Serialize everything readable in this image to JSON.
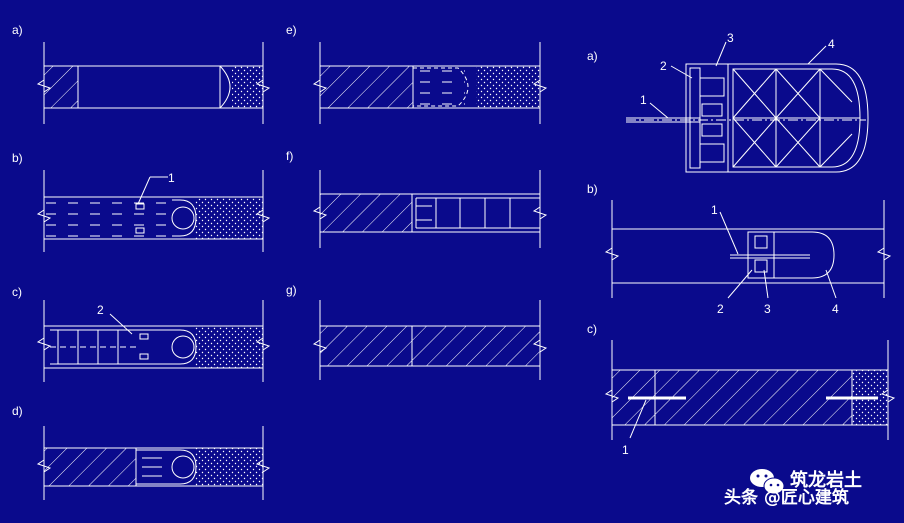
{
  "panels": {
    "a": "a)",
    "b": "b)",
    "c": "c)",
    "d": "d)",
    "e": "e)",
    "f": "f)",
    "g": "g)",
    "ra": "a)",
    "rb": "b)",
    "rc": "c)"
  },
  "callouts": {
    "b_1": "1",
    "c_2": "2",
    "ra_1": "1",
    "ra_2": "2",
    "ra_3": "3",
    "ra_4": "4",
    "rb_1": "1",
    "rb_2": "2",
    "rb_3": "3",
    "rb_4": "4",
    "rc_1": "1"
  },
  "watermark": {
    "line1": "筑龙岩土",
    "line2": "头条 @匠心建筑"
  },
  "colors": {
    "background": "#0a0a8c",
    "line": "#ffffff"
  }
}
